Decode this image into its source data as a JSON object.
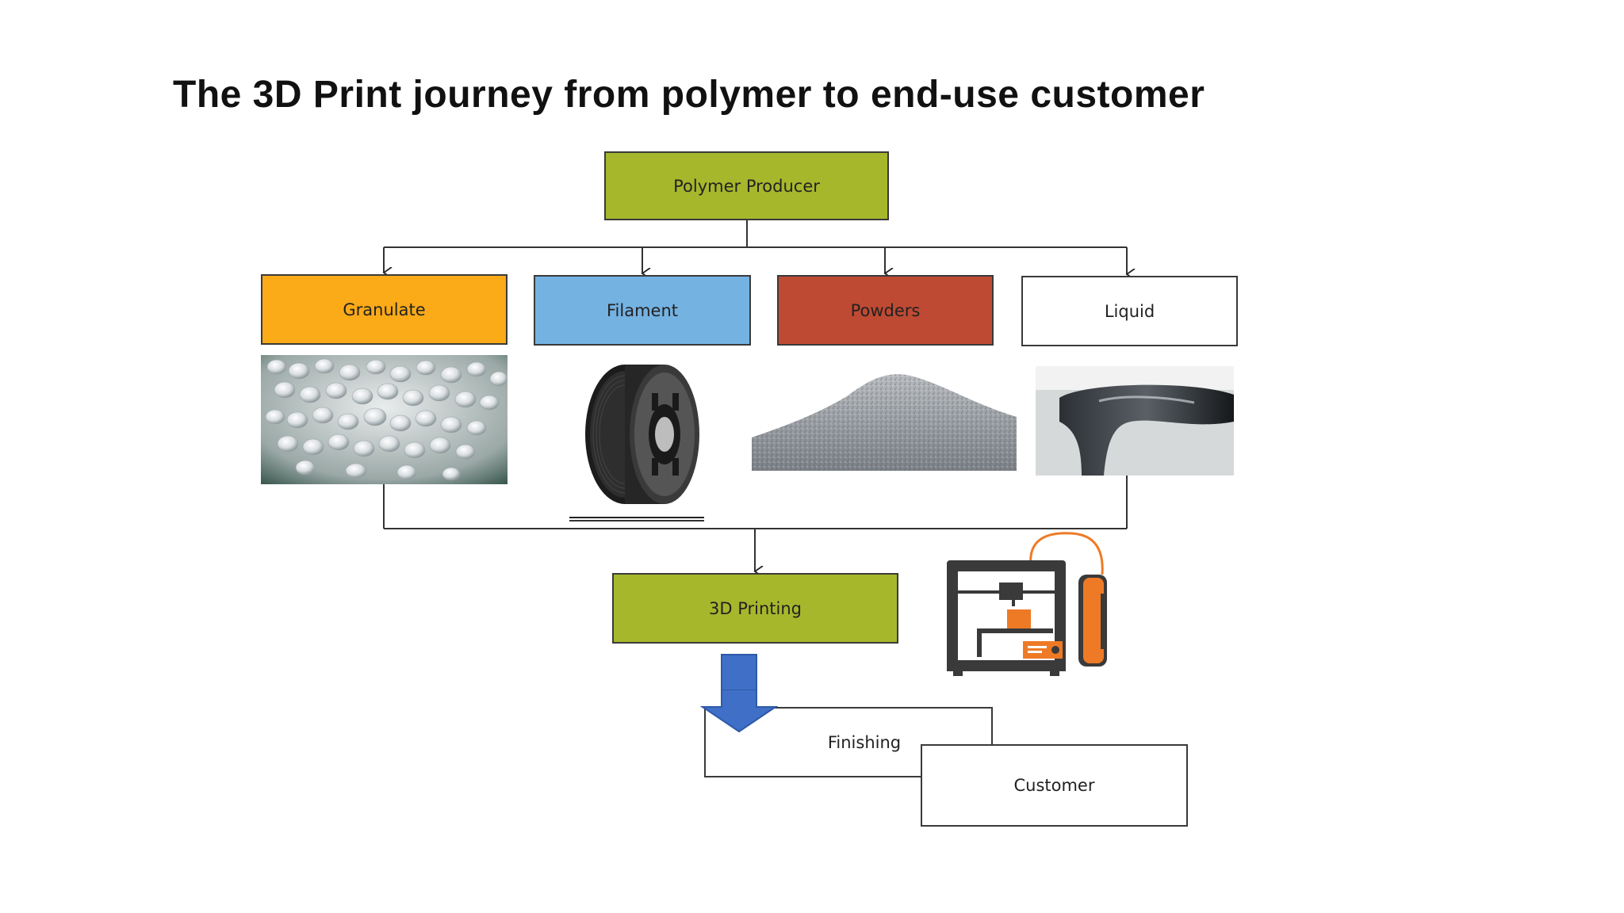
{
  "title": "The 3D Print journey from polymer to end-use customer",
  "nodes": {
    "producer": "Polymer Producer",
    "granulate": "Granulate",
    "filament": "Filament",
    "powders": "Powders",
    "liquid": "Liquid",
    "printing": "3D Printing",
    "finishing": "Finishing",
    "customer": "Customer"
  },
  "colors": {
    "producer": "#a6b72c",
    "granulate": "#fbaa18",
    "filament": "#74b2e2",
    "powders": "#bf4a33",
    "liquid": "#ffffff",
    "printing": "#a6b72c",
    "finishing": "#ffffff",
    "customer": "#ffffff",
    "big_arrow": "#3f6fc6",
    "printer_accent": "#ee7a26"
  },
  "icons": {
    "granulate_image": "plastic-pellets-photo",
    "filament_image": "filament-spool-photo",
    "powders_image": "powder-pile-photo",
    "liquid_image": "liquid-resin-photo",
    "printing_image": "3d-printer-icon"
  }
}
